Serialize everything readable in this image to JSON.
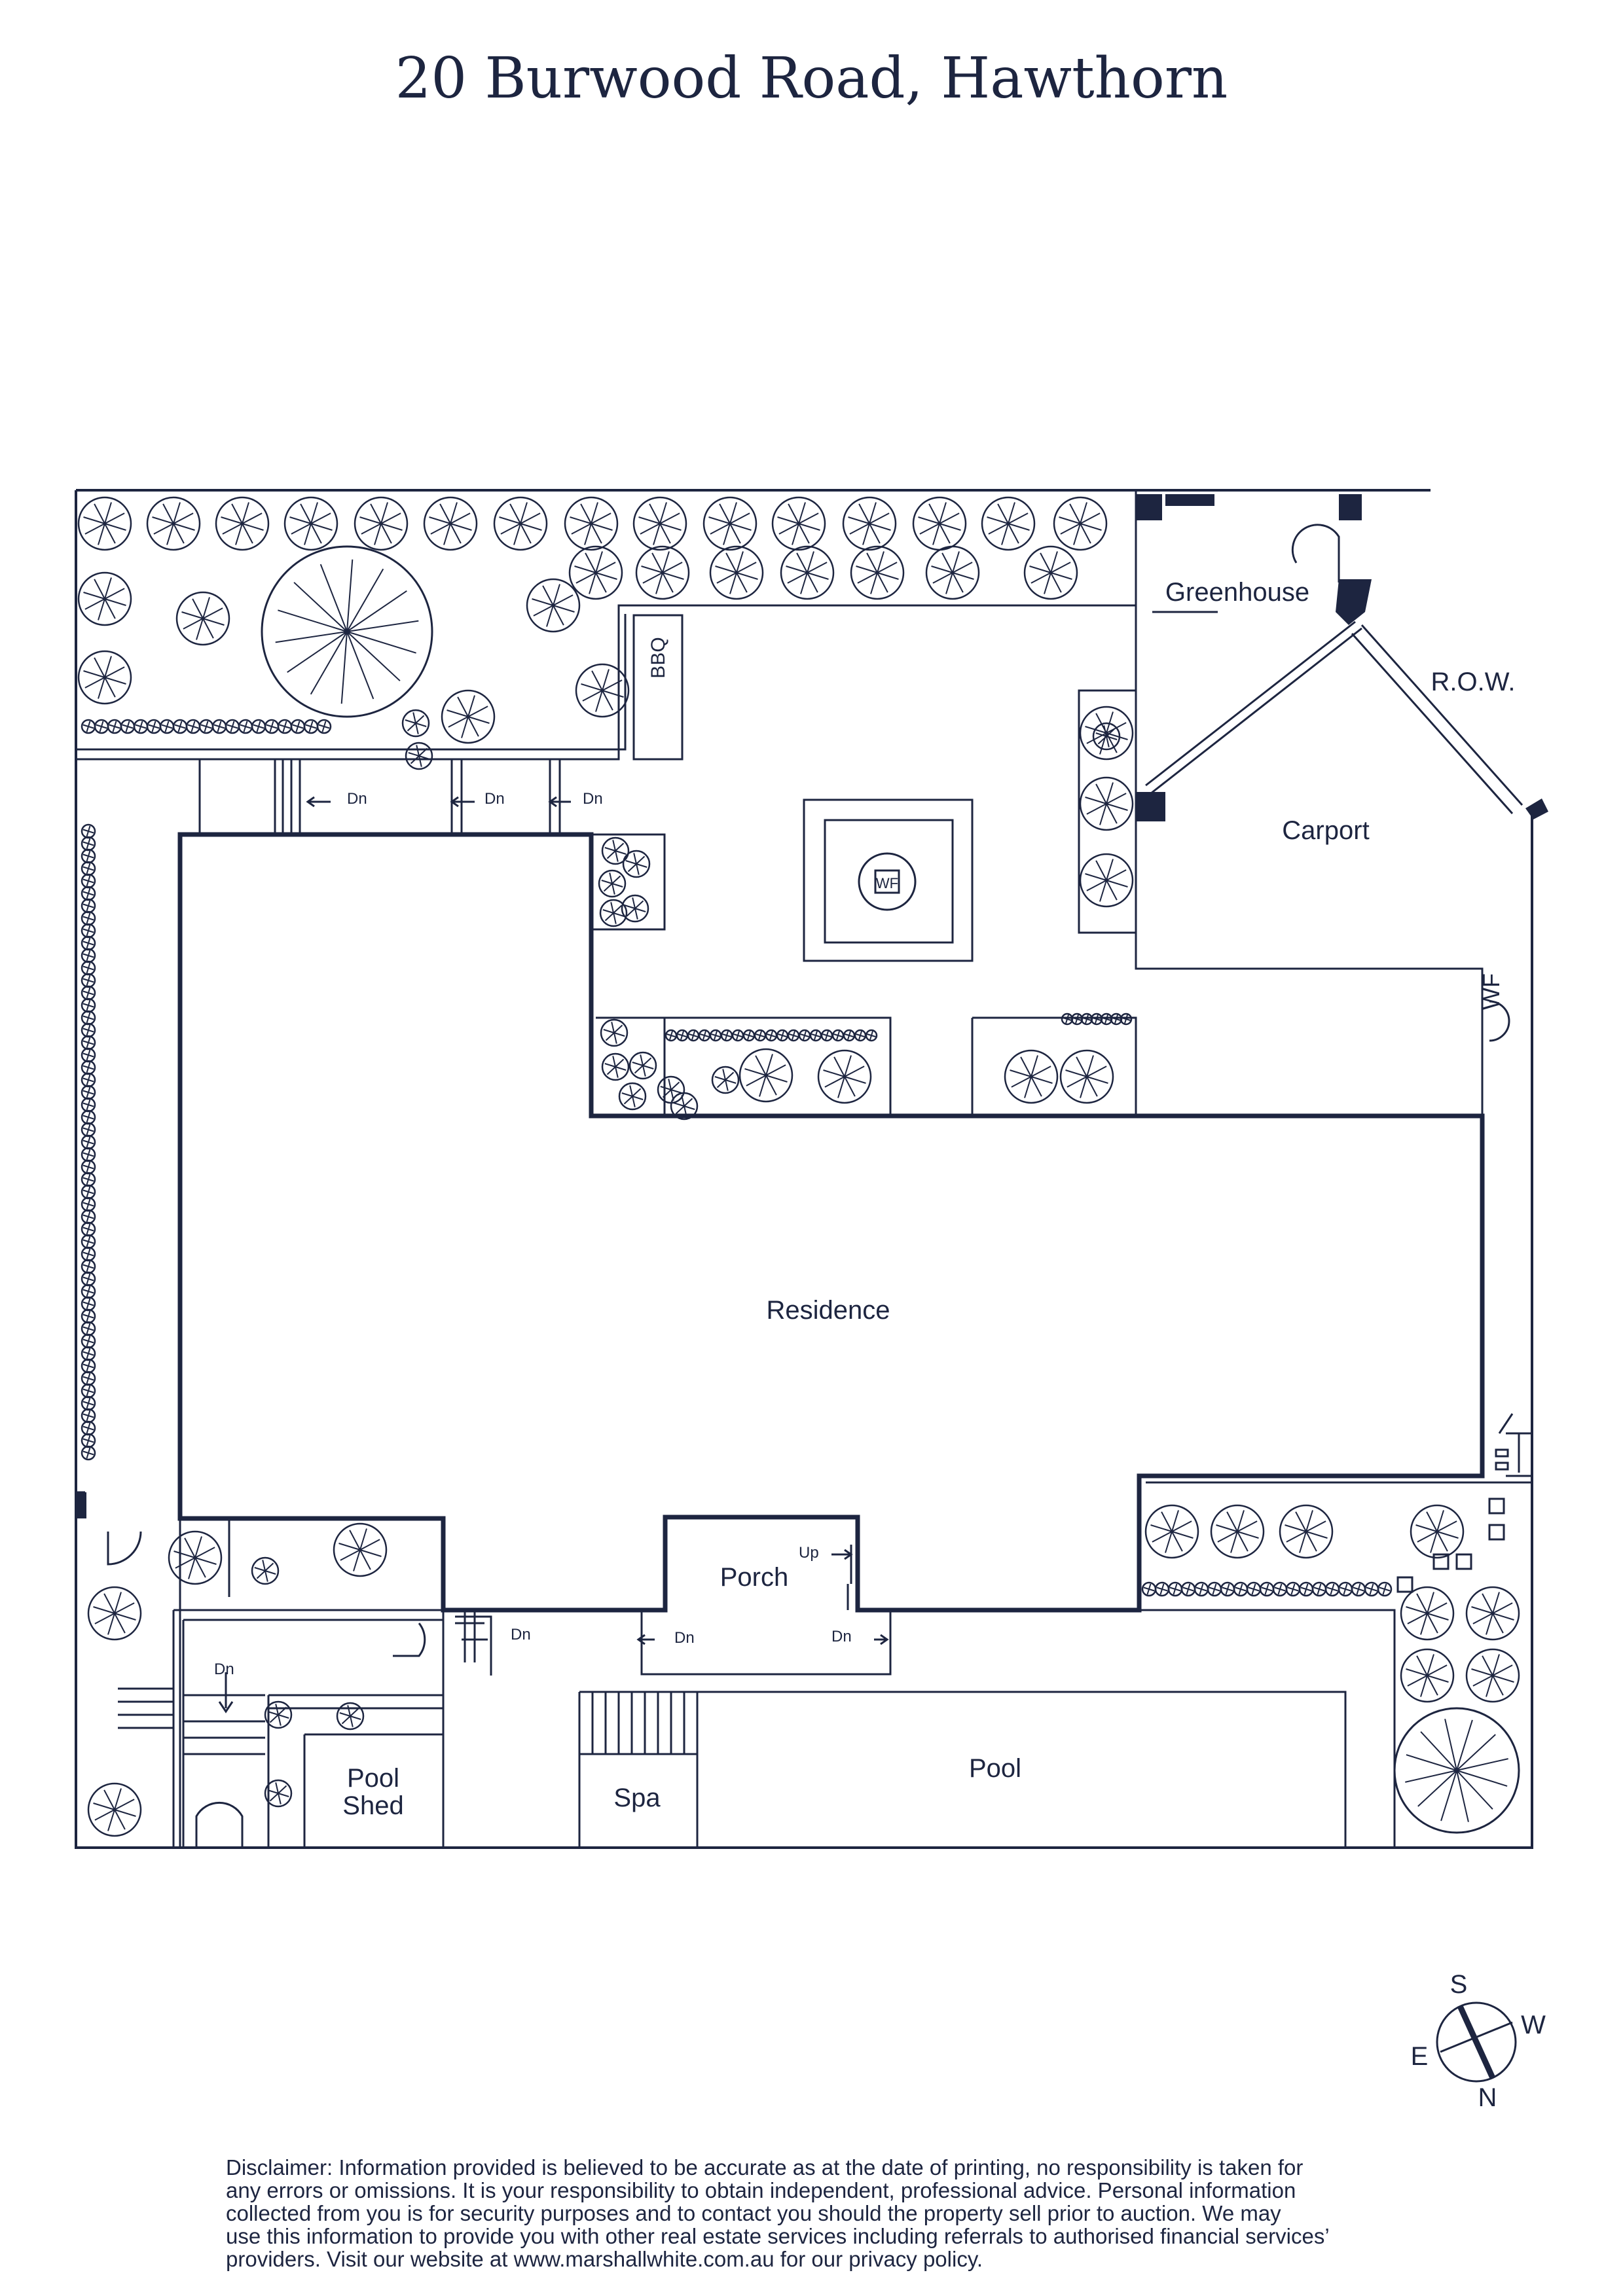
{
  "title": "20 Burwood Road, Hawthorn",
  "labels": {
    "greenhouse": "Greenhouse",
    "row": "R.O.W.",
    "carport": "Carport",
    "bbq": "BBQ",
    "wf": "WF",
    "residence": "Residence",
    "porch": "Porch",
    "pool": "Pool",
    "spa": "Spa",
    "pool_shed_line1": "Pool",
    "pool_shed_line2": "Shed",
    "dn": "Dn",
    "up": "Up"
  },
  "compass": {
    "s": "S",
    "w": "W",
    "e": "E",
    "n": "N"
  },
  "disclaimer": [
    "Disclaimer: Information provided is believed to be accurate as at the date of printing, no responsibility is taken for",
    "any errors or omissions. It is your responsibility to obtain independent, professional advice. Personal information",
    "collected from you is for security purposes and to contact you should the property sell prior to auction. We may",
    "use this information to provide you with other real estate services including referrals to authorised financial services’",
    "providers. Visit our website at www.marshallwhite.com.au for our privacy policy."
  ],
  "colors": {
    "ink": "#1d2540",
    "background": "#ffffff"
  }
}
